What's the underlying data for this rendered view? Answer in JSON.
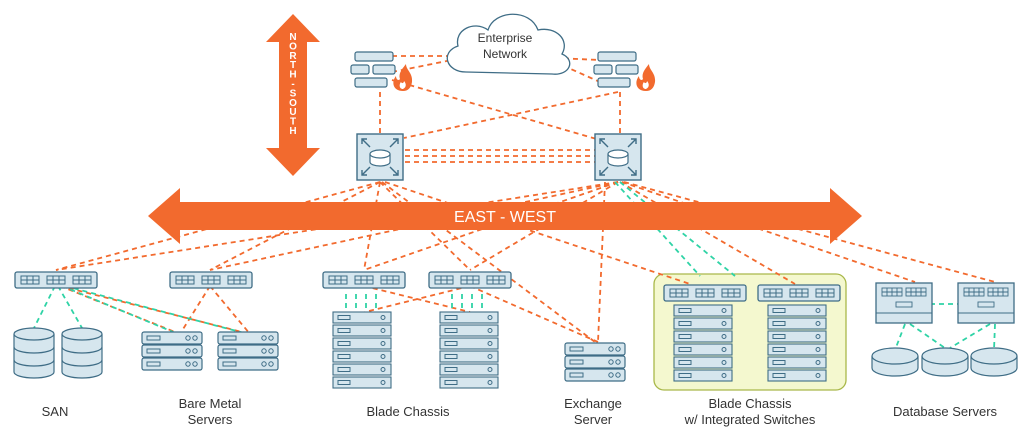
{
  "cloud_label": [
    "Enterprise",
    "Network"
  ],
  "north_south_label": "NORTH - SOUTH",
  "east_west_label": "EAST - WEST",
  "groups": {
    "san": [
      "SAN"
    ],
    "bare_metal": [
      "Bare Metal",
      "Servers"
    ],
    "blade_chassis": [
      "Blade Chassis"
    ],
    "exchange": [
      "Exchange",
      "Server"
    ],
    "blade_integrated": [
      "Blade Chassis",
      "w/ Integrated Switches"
    ],
    "database": [
      "Database Servers"
    ]
  },
  "colors": {
    "orange": "#f26a2e",
    "teal": "#2fd3a6",
    "device_fill": "#d6e6ee",
    "device_stroke": "#3f6d86",
    "highlight_fill": "#f4f8cf",
    "highlight_stroke": "#a9b84a"
  },
  "icons": [
    "cloud-icon",
    "firewall-icon",
    "core-switch-icon",
    "access-switch-icon",
    "storage-icon",
    "server-icon",
    "blade-server-icon",
    "database-server-icon"
  ]
}
